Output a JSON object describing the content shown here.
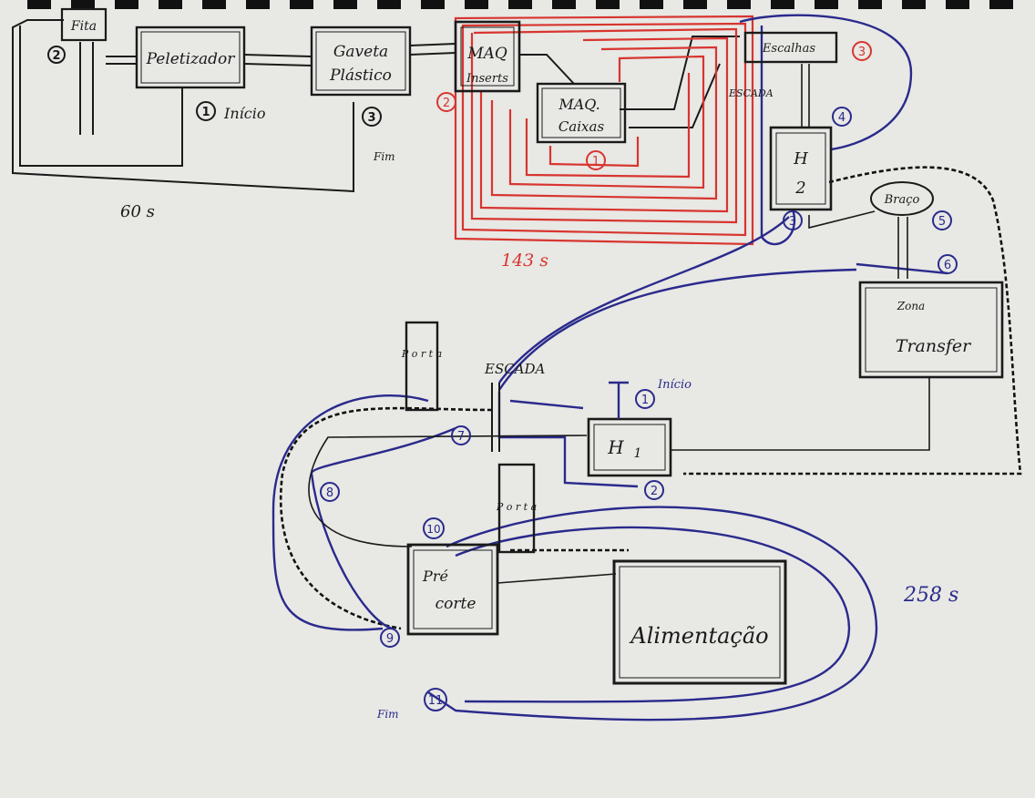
{
  "colors": {
    "paper": "#e9e9e6",
    "ink_black": "#1a1a1a",
    "ink_red": "#d8352f",
    "ink_blue": "#2a2a8c",
    "spiral": "#111111"
  },
  "top_left_process": {
    "boxes": {
      "fita": "Fita",
      "peletizador": "Peletizador",
      "gaveta_plastico_line1": "Gaveta",
      "gaveta_plastico_line2": "Plástico"
    },
    "steps": {
      "s1": "1",
      "s2": "2",
      "s3": "3"
    },
    "labels": {
      "inicio": "Início",
      "fim": "Fim",
      "time": "60 s"
    }
  },
  "top_middle_process": {
    "boxes": {
      "maq_insert_line1": "MAQ",
      "maq_insert_line2": "Inserts",
      "maq_caixas_line1": "MAQ.",
      "maq_caixas_line2": "Caixas",
      "escada": "ESCADA"
    },
    "steps": {
      "s1": "1",
      "s2": "2"
    },
    "labels": {
      "time": "143 s"
    }
  },
  "right_process": {
    "boxes": {
      "escalhas": "Escalhas",
      "h2_line1": "H",
      "h2_line2": "2",
      "braco": "Braço",
      "transfer_line1": "Zona",
      "transfer_line2": "Transfer"
    },
    "steps": {
      "s3red": "3",
      "s4": "4",
      "s3": "3",
      "s5": "5",
      "s6": "6"
    }
  },
  "bottom_process": {
    "boxes": {
      "porta_top": "P o r t a",
      "porta_mid": "P o r t a",
      "h1_line1": "H",
      "h1_line2": "1",
      "pre_corte_line1": "Pré",
      "pre_corte_line2": "corte",
      "alimentacao": "Alimentação",
      "escada": "ESCADA"
    },
    "steps": {
      "s1": "1",
      "s2": "2",
      "s7": "7",
      "s8": "8",
      "s9": "9",
      "s10": "10",
      "s11": "11"
    },
    "labels": {
      "inicio": "Início",
      "fim": "Fim",
      "time": "258 s"
    }
  }
}
